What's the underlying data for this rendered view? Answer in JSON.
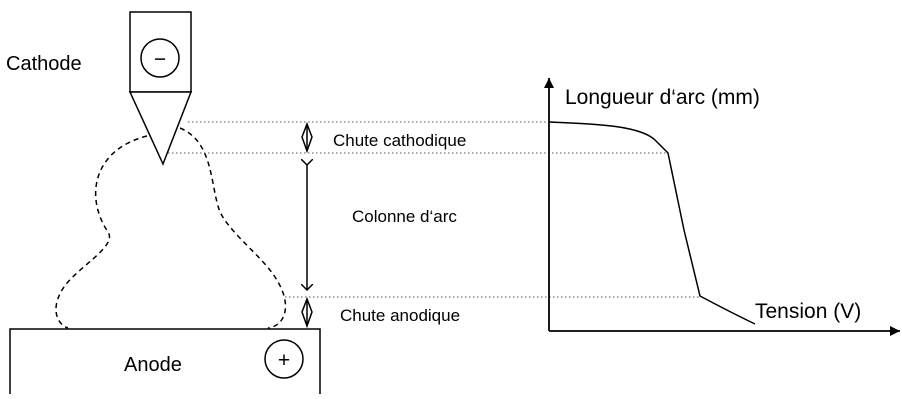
{
  "electrodes": {
    "cathode_label": "Cathode",
    "cathode_sign": "−",
    "anode_label": "Anode",
    "anode_sign": "+"
  },
  "zones": {
    "cathode_drop": "Chute cathodique",
    "arc_column": "Colonne d‘arc",
    "anode_drop": "Chute anodique"
  },
  "graph": {
    "y_axis_label": "Longueur d‘arc (mm)",
    "x_axis_label": "Tension (V)"
  }
}
